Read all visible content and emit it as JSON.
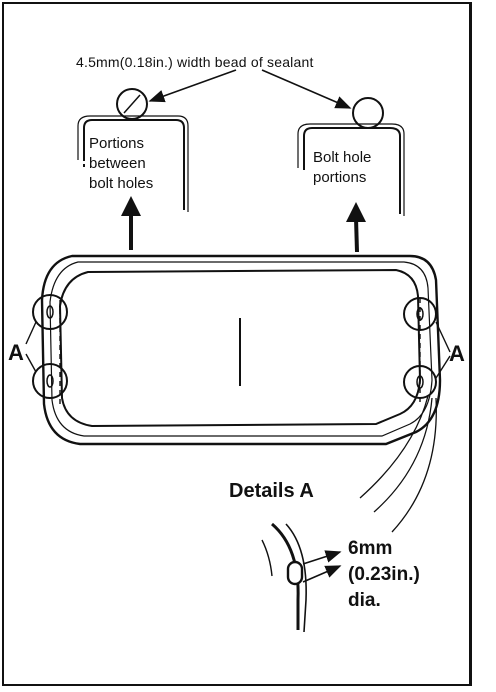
{
  "sealant_note": "4.5mm(0.18in.) width bead of sealant",
  "left_callout": {
    "line1": "Portions",
    "line2": "between",
    "line3": "bolt holes"
  },
  "right_callout": {
    "line1": "Bolt hole",
    "line2": "portions"
  },
  "label_a_left": "A",
  "label_a_right": "A",
  "details_title": "Details A",
  "detail_dimension": {
    "line1": "6mm",
    "line2": "(0.23in.)",
    "line3": "dia."
  }
}
